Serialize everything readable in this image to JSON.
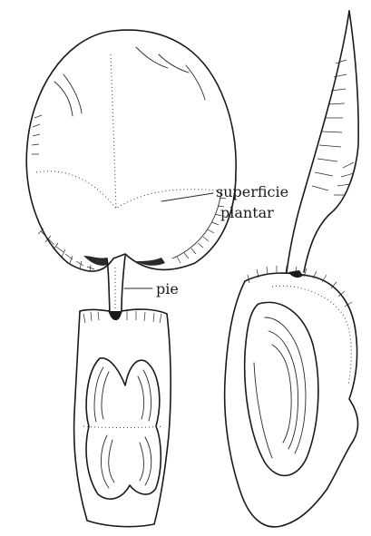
{
  "labels": {
    "sole": "superficie",
    "sole_line2": "plantar",
    "foot": "pie"
  }
}
